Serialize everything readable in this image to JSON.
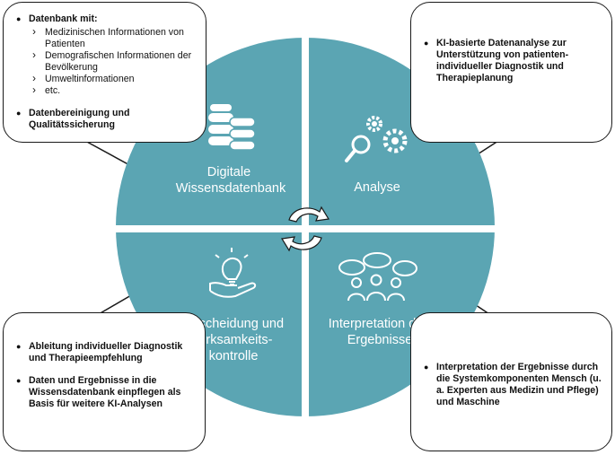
{
  "quadrants": {
    "top_left": "Digitale\nWissensdatenbank",
    "top_right": "Analyse",
    "bottom_left": "Entscheidung und\nWirksamkeits-\nkontrolle",
    "bottom_right": "Interpretation der\nErgebnisse"
  },
  "boxes": {
    "top_left": {
      "item1": "Datenbank mit:",
      "sub1": "Medizinischen Informationen von Patienten",
      "sub2": "Demografischen Informationen der Bevölkerung",
      "sub3": "Umweltinformationen",
      "sub4": "etc.",
      "item2": "Datenbereinigung und Qualitätssicherung"
    },
    "top_right": {
      "item1": "KI-basierte Datenanalyse zur Unterstützung von patienten-individueller Diagnostik und Therapieplanung"
    },
    "bottom_left": {
      "item1": "Ableitung individueller Diagnostik und Therapieempfehlung",
      "item2": "Daten und Ergebnisse in die Wissensdatenbank einpflegen als Basis für weitere KI-Analysen"
    },
    "bottom_right": {
      "item1": "Interpretation der Ergebnisse durch die Systemkomponenten Mensch (u. a. Experten aus Medizin und Pflege) und Maschine"
    }
  },
  "icons": {
    "top_left": "database-icon",
    "top_right": "gears-magnifier-icon",
    "bottom_left": "lightbulb-hand-icon",
    "bottom_right": "people-speech-bubbles-icon",
    "center": "cycle-arrows-icon"
  },
  "colors": {
    "circle": "#5ba5b3",
    "separator": "#ffffff",
    "text_on_circle": "#ffffff",
    "box_border": "#1a1a1a"
  }
}
